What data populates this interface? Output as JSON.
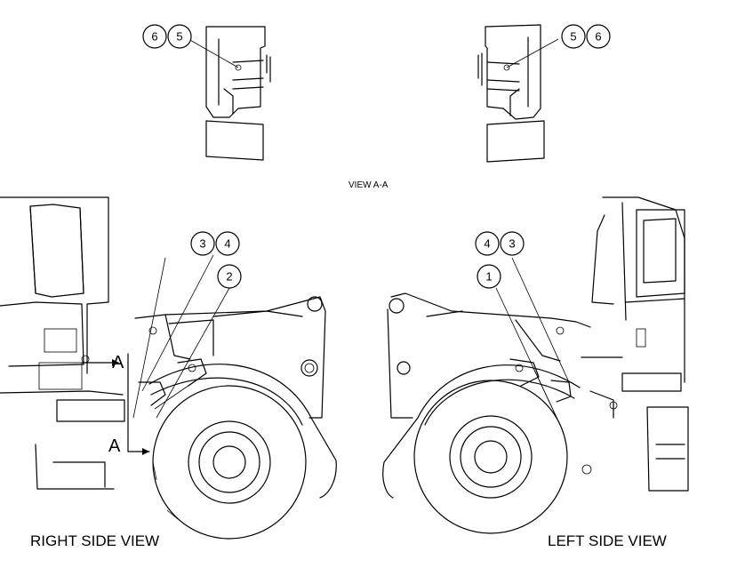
{
  "labels": {
    "view_aa": "VIEW A-A",
    "right_side_view": "RIGHT SIDE VIEW",
    "left_side_view": "LEFT SIDE VIEW",
    "section_marker": "A"
  },
  "callouts": {
    "view_aa_left": [
      "6",
      "5"
    ],
    "view_aa_right": [
      "5",
      "6"
    ],
    "right_view": [
      "3",
      "4",
      "2"
    ],
    "left_view": [
      "4",
      "3",
      "1"
    ]
  },
  "colors": {
    "line": "#000000",
    "background": "#ffffff"
  }
}
